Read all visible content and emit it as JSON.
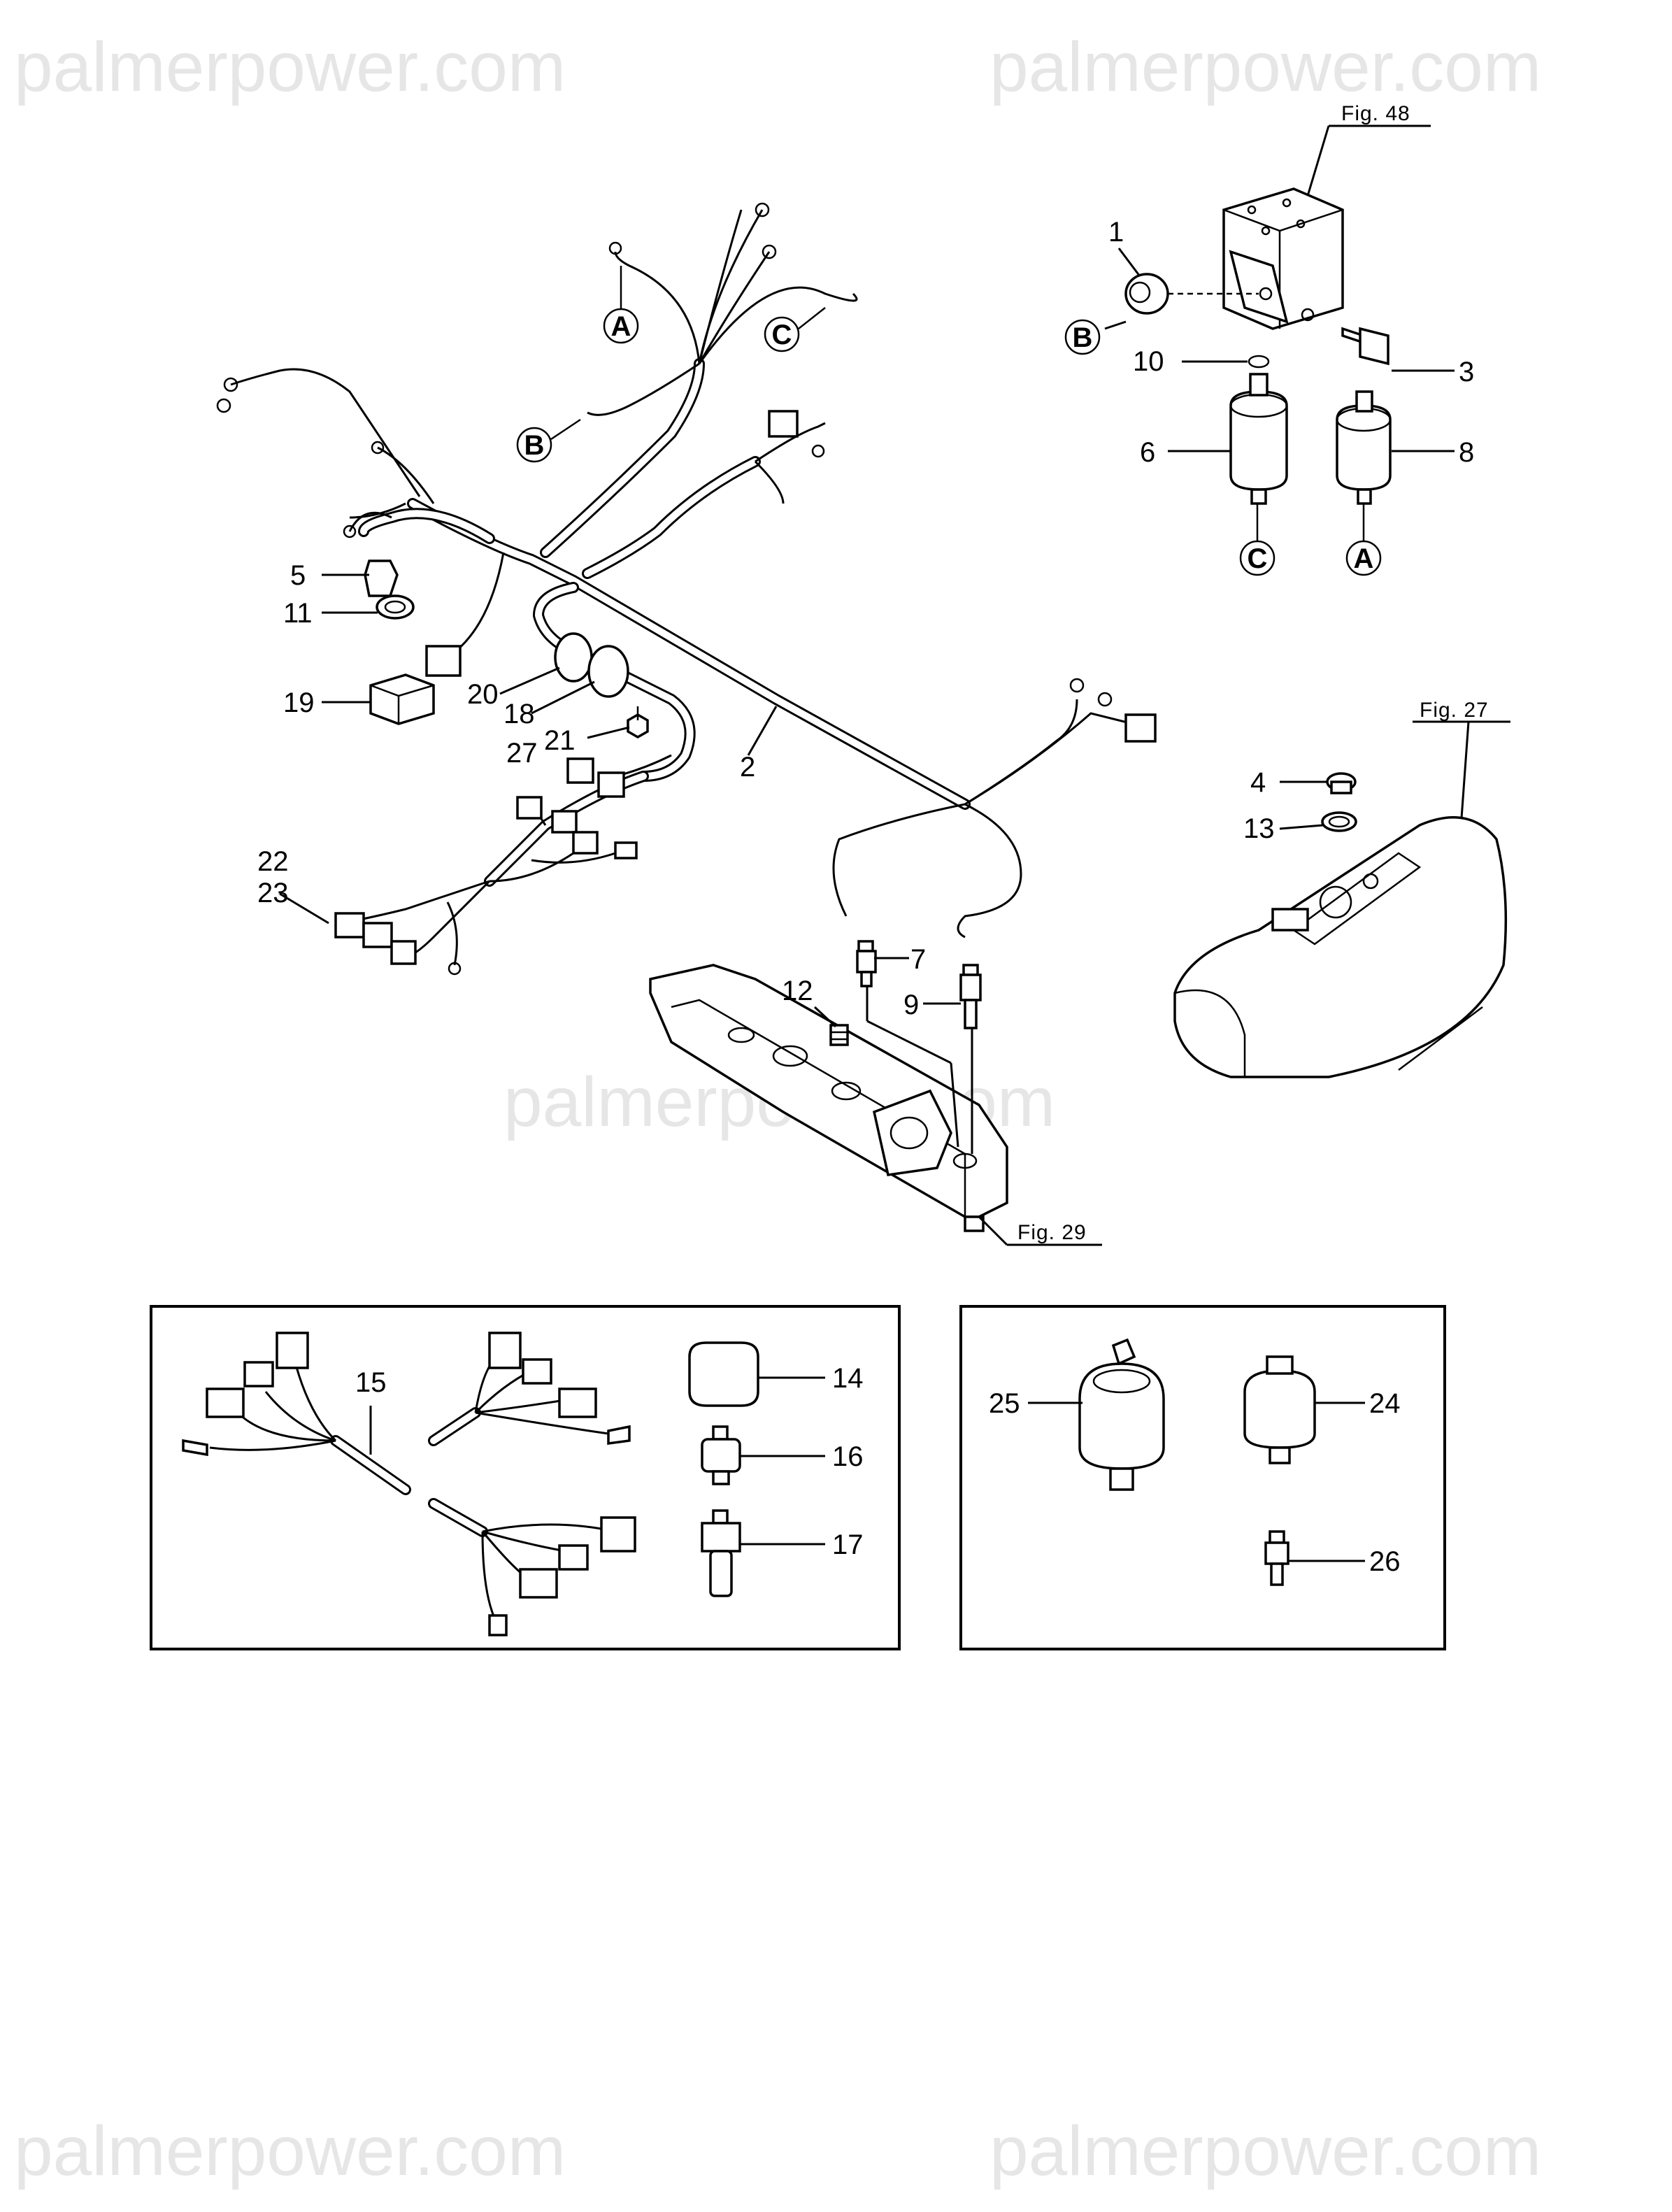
{
  "watermarks": [
    "palmerpower.com",
    "palmerpower.com",
    "palmerpower.com",
    "palmerpower.com",
    "palmerpower.com"
  ],
  "figure_refs": {
    "fig48": "Fig. 48",
    "fig27": "Fig. 27",
    "fig29": "Fig. 29"
  },
  "callouts": {
    "c1": "1",
    "c2": "2",
    "c3": "3",
    "c4": "4",
    "c5": "5",
    "c6": "6",
    "c7": "7",
    "c8": "8",
    "c9": "9",
    "c10": "10",
    "c11": "11",
    "c12": "12",
    "c13": "13",
    "c14": "14",
    "c15": "15",
    "c16": "16",
    "c17": "17",
    "c18": "18",
    "c19": "19",
    "c20": "20",
    "c21": "21",
    "c22": "22",
    "c23": "23",
    "c24": "24",
    "c25": "25",
    "c26": "26",
    "c27": "27"
  },
  "connection_refs": {
    "a": "A",
    "b": "B",
    "c": "C"
  }
}
